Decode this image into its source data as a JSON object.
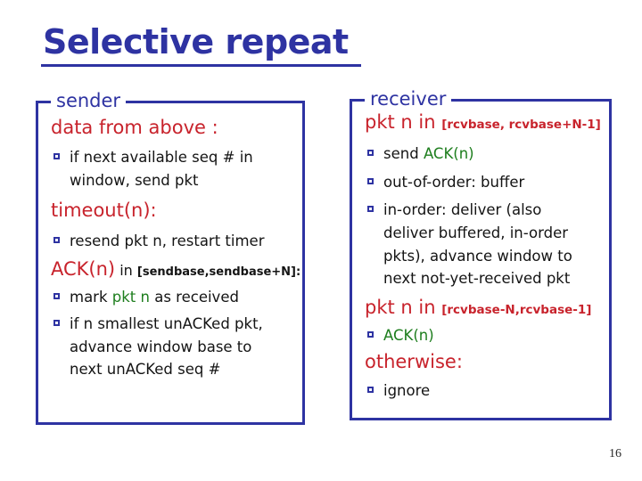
{
  "slide": {
    "title": "Selective repeat",
    "page_number": "16"
  },
  "colors": {
    "accent_blue": "#2e33a2",
    "heading_red": "#c8232c",
    "ack_green": "#1e7e1e",
    "body_black": "#141414",
    "background": "#ffffff"
  },
  "icons": {
    "bullet": "hollow-square-icon"
  },
  "sender": {
    "label": "sender",
    "rows": [
      {
        "type": "heading",
        "segs": [
          {
            "t": "data from above :"
          }
        ]
      },
      {
        "type": "bullet",
        "segs": [
          {
            "t": "if next available seq # in window, send pkt"
          }
        ]
      },
      {
        "type": "heading",
        "segs": [
          {
            "t": "timeout(n):"
          }
        ]
      },
      {
        "type": "bullet",
        "segs": [
          {
            "t": "resend pkt n, restart timer"
          }
        ]
      },
      {
        "type": "heading",
        "segs": [
          {
            "t": "ACK(n)"
          },
          {
            "t": " in "
          },
          {
            "t": "[sendbase,sendbase+N]:"
          }
        ]
      },
      {
        "type": "bullet",
        "segs": [
          {
            "t": "mark "
          },
          {
            "t": "pkt n"
          },
          {
            "t": " as received"
          }
        ]
      },
      {
        "type": "bullet",
        "segs": [
          {
            "t": "if n smallest unACKed pkt, advance window base to next unACKed seq #"
          }
        ]
      }
    ]
  },
  "receiver": {
    "label": "receiver",
    "rows": [
      {
        "type": "heading",
        "segs": [
          {
            "t": "pkt n in "
          },
          {
            "t": "[rcvbase, rcvbase+N-1]"
          }
        ]
      },
      {
        "type": "bullet",
        "segs": [
          {
            "t": "send "
          },
          {
            "t": "ACK(n)"
          }
        ]
      },
      {
        "type": "bullet",
        "segs": [
          {
            "t": "out-of-order: buffer"
          }
        ]
      },
      {
        "type": "bullet",
        "segs": [
          {
            "t": "in-order: deliver (also deliver buffered, in-order pkts), advance window to next not-yet-received pkt"
          }
        ]
      },
      {
        "type": "heading",
        "segs": [
          {
            "t": "pkt n in "
          },
          {
            "t": "[rcvbase-N,rcvbase-1]"
          }
        ]
      },
      {
        "type": "bullet",
        "segs": [
          {
            "t": "ACK(n)"
          }
        ]
      },
      {
        "type": "heading",
        "segs": [
          {
            "t": "otherwise:"
          }
        ]
      },
      {
        "type": "bullet",
        "segs": [
          {
            "t": "ignore"
          }
        ]
      }
    ]
  }
}
